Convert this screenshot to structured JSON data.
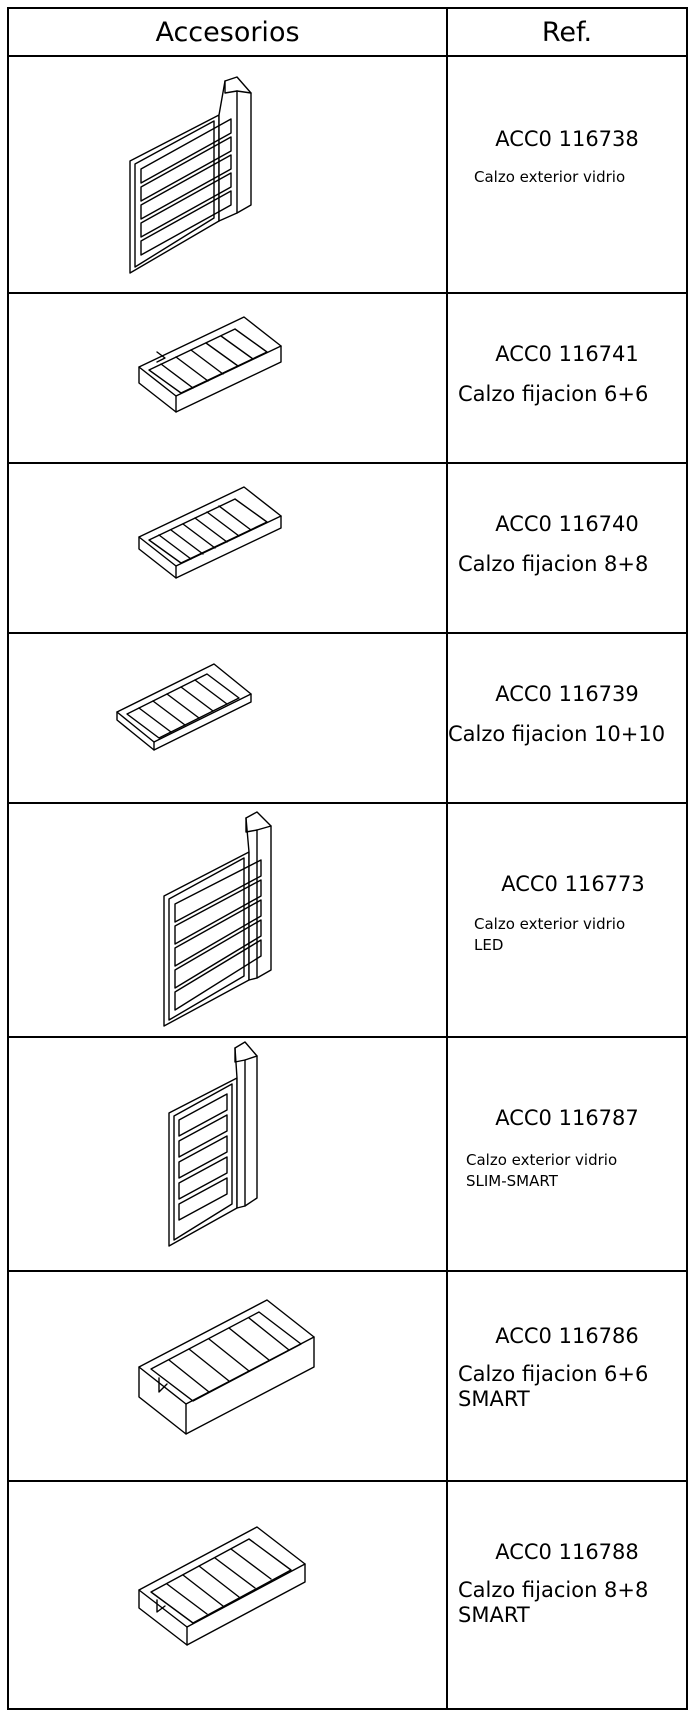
{
  "header": {
    "col_accessories": "Accesorios",
    "col_ref": "Ref."
  },
  "rows": [
    {
      "code": "ACC0 116738",
      "desc": "Calzo exterior vidrio",
      "desc2": ""
    },
    {
      "code": "ACC0 116741",
      "desc": "Calzo fijacion 6+6",
      "desc2": ""
    },
    {
      "code": "ACC0 116740",
      "desc": "Calzo fijacion 8+8",
      "desc2": ""
    },
    {
      "code": "ACC0 116739",
      "desc": "Calzo fijacion 10+10",
      "desc2": ""
    },
    {
      "code": "ACC0 116773",
      "desc": "Calzo exterior vidrio",
      "desc2": "LED"
    },
    {
      "code": "ACC0 116787",
      "desc": "Calzo exterior vidrio",
      "desc2": "SLIM-SMART"
    },
    {
      "code": "ACC0 116786",
      "desc": "Calzo fijacion 6+6",
      "desc2": "SMART"
    },
    {
      "code": "ACC0 116788",
      "desc": "Calzo fijacion 8+8",
      "desc2": "SMART"
    }
  ]
}
